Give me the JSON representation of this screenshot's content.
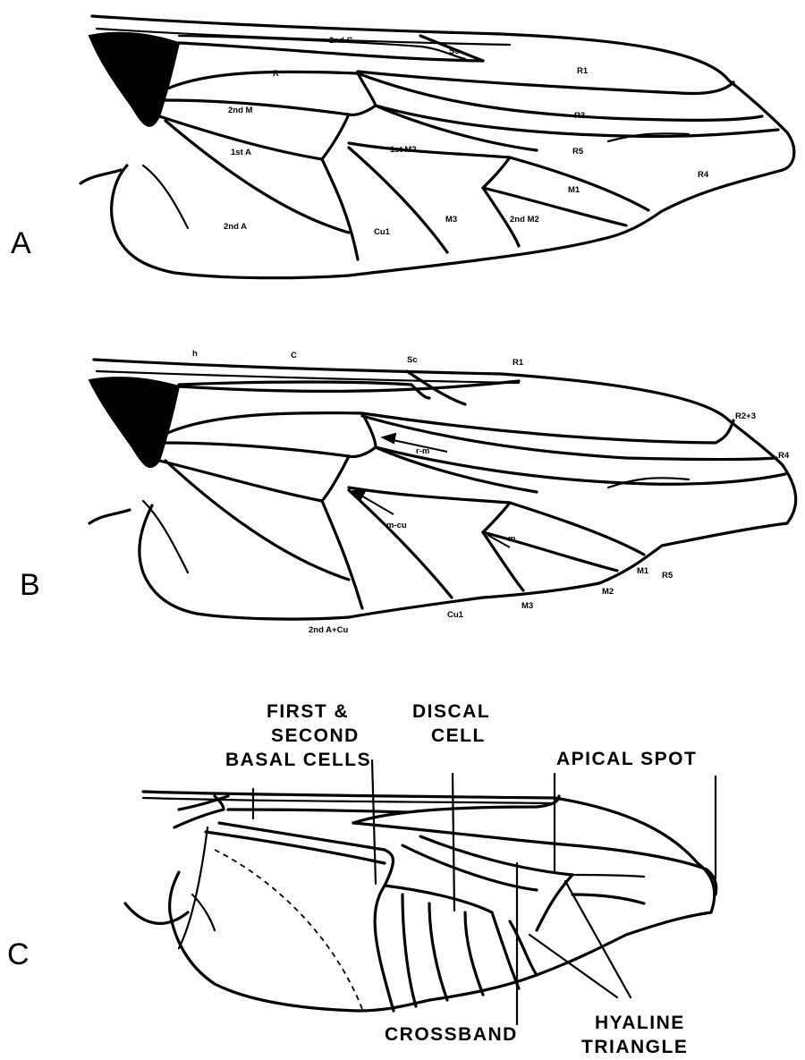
{
  "panels": {
    "a": {
      "label": "A",
      "cells": {
        "second_c": "2nd C",
        "sc": "Sc",
        "r": "R",
        "r1": "R1",
        "second_m": "2nd M",
        "r3": "R3",
        "first_a": "1st A",
        "first_m2": "1st M2",
        "r5": "R5",
        "r4": "R4",
        "m1": "M1",
        "second_a": "2nd A",
        "cu1": "Cu1",
        "m3": "M3",
        "second_m2": "2nd M2"
      }
    },
    "b": {
      "label": "B",
      "veins": {
        "h": "h",
        "c": "C",
        "sc": "Sc",
        "r1": "R1",
        "r23": "R2+3",
        "r4": "R4",
        "rm": "r-m",
        "mcu": "m-cu",
        "m": "m",
        "m1": "M1",
        "r5": "R5",
        "m2": "M2",
        "m3": "M3",
        "cu1": "Cu1",
        "second_a_cu": "2nd A+Cu"
      }
    },
    "c": {
      "label": "C",
      "callouts": {
        "basal_line1": "FIRST &",
        "basal_line2": "SECOND",
        "basal_line3": "BASAL CELLS",
        "discal_line1": "DISCAL",
        "discal_line2": "CELL",
        "apical": "APICAL SPOT",
        "crossband": "CROSSBAND",
        "hyaline_line1": "HYALINE",
        "hyaline_line2": "TRIANGLE"
      }
    }
  }
}
